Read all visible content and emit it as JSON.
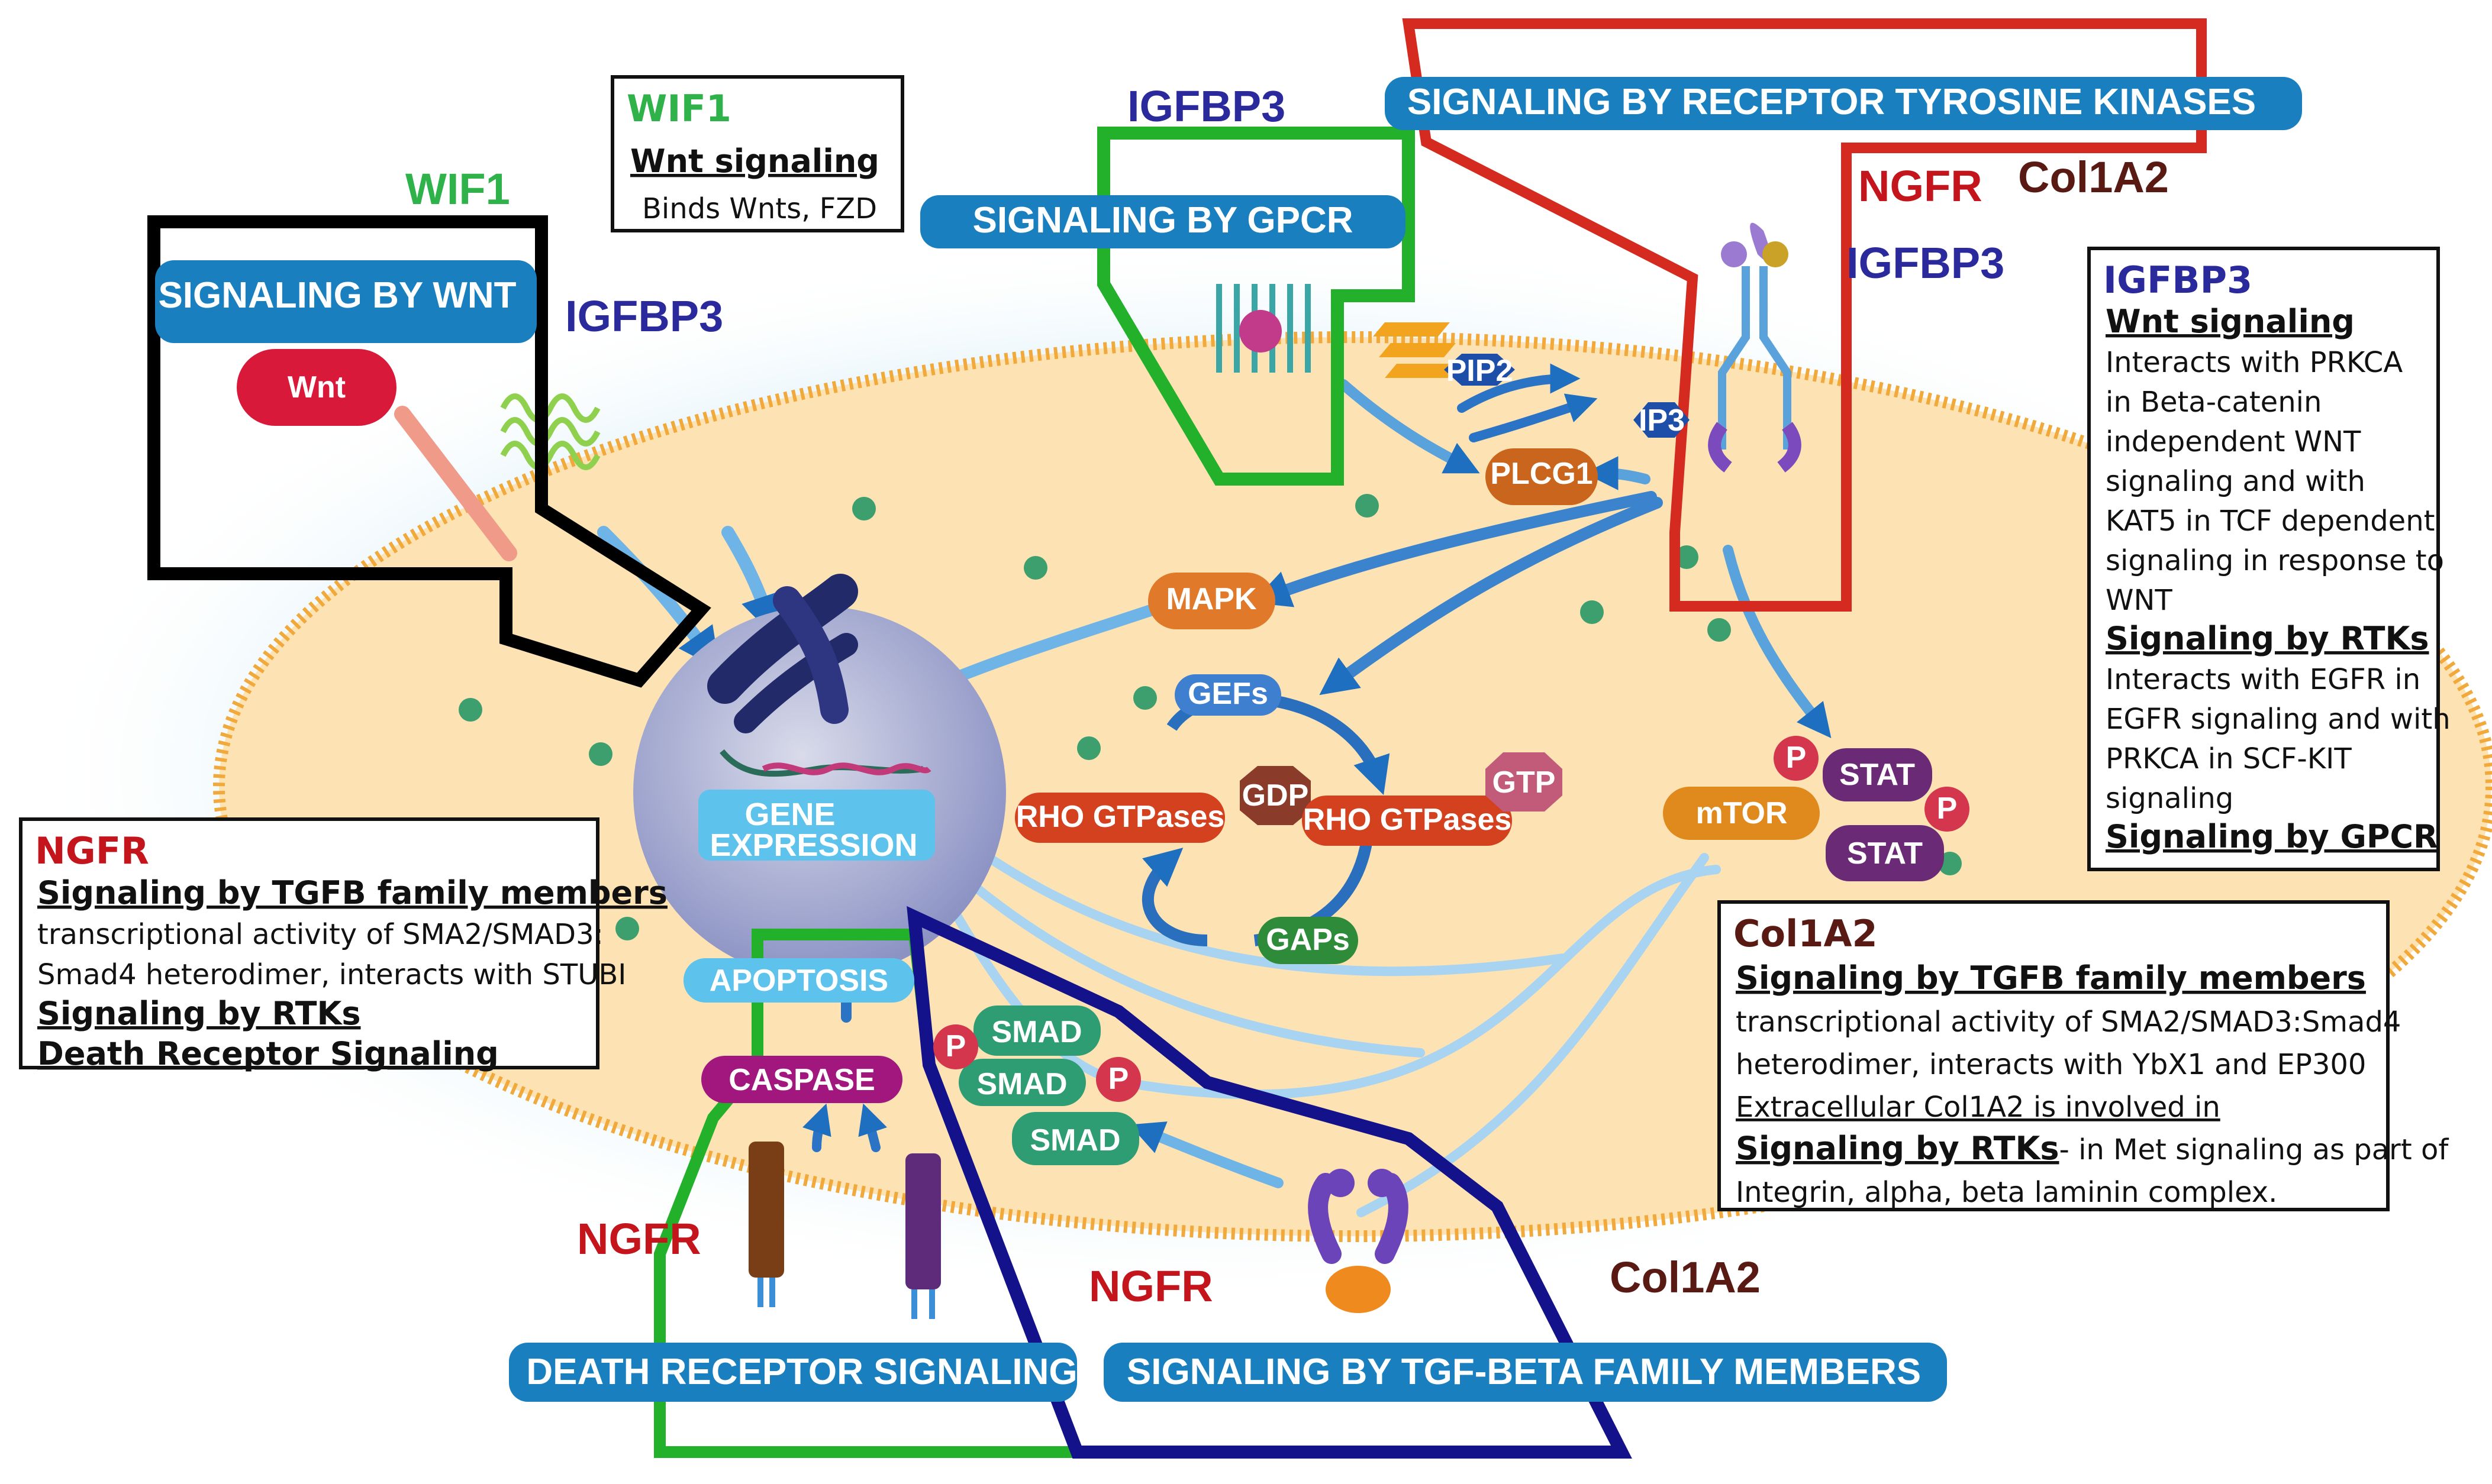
{
  "colors": {
    "wif1": "#2fb24a",
    "igfbp3": "#2b2a9c",
    "ngfr": "#c4141c",
    "col1a2": "#5a1a14",
    "header_bg": "#1a7fbf",
    "cell_fill": "#fde3b4",
    "cell_edge": "#f2a93b"
  },
  "headers": {
    "wnt": "SIGNALING BY WNT",
    "gpcr": "SIGNALING BY GPCR",
    "rtk": "SIGNALING BY RECEPTOR TYROSINE KINASES",
    "death": "DEATH RECEPTOR SIGNALING",
    "tgfb": "SIGNALING BY TGF-BETA FAMILY MEMBERS"
  },
  "gene_labels": {
    "wif1_wnt": "WIF1",
    "igfbp3_wnt": "IGFBP3",
    "igfbp3_gpcr": "IGFBP3",
    "ngfr_rtk": "NGFR",
    "col1a2_rtk": "Col1A2",
    "igfbp3_rtk": "IGFBP3",
    "ngfr_death": "NGFR",
    "ngfr_tgfb": "NGFR",
    "col1a2_tgfb": "Col1A2"
  },
  "nodes": {
    "wnt": "Wnt",
    "pip2": "PIP2",
    "ip3": "IP3",
    "plcg1": "PLCG1",
    "mapk": "MAPK",
    "gefs": "GEFs",
    "gdp": "GDP",
    "gtp": "GTP",
    "rho_left": "RHO GTPases",
    "rho_right": "RHO GTPases",
    "gaps": "GAPs",
    "mtor": "mTOR",
    "stat_top": "STAT",
    "stat_bottom": "STAT",
    "p": "P",
    "gene_expression_1": "GENE",
    "gene_expression_2": "EXPRESSION",
    "apoptosis": "APOPTOSIS",
    "caspase": "CASPASE",
    "smad": "SMAD"
  },
  "notes": {
    "wif1_box": {
      "title": "WIF1",
      "subtitle": "Wnt signaling",
      "text": "Binds Wnts, FZD"
    },
    "ngfr_box": {
      "title": "NGFR",
      "items": [
        {
          "kind": "sub",
          "text": "Signaling by TGFB family members"
        },
        {
          "kind": "text",
          "text": "transcriptional activity of SMA2/SMAD3:"
        },
        {
          "kind": "text",
          "text": "Smad4 heterodimer, interacts with STUBI"
        },
        {
          "kind": "sub",
          "text": "Signaling by RTKs"
        },
        {
          "kind": "sub",
          "text": "Death Receptor Signaling"
        }
      ]
    },
    "igfbp3_box": {
      "title": "IGFBP3",
      "items": [
        {
          "kind": "sub",
          "text": "Wnt signaling"
        },
        {
          "kind": "text",
          "text": "Interacts with PRKCA"
        },
        {
          "kind": "text",
          "text": "in Beta-catenin"
        },
        {
          "kind": "text",
          "text": "independent WNT"
        },
        {
          "kind": "text",
          "text": "signaling and with"
        },
        {
          "kind": "text",
          "text": "KAT5 in TCF dependent"
        },
        {
          "kind": "text",
          "text": "signaling in response to"
        },
        {
          "kind": "text",
          "text": "WNT"
        },
        {
          "kind": "sub",
          "text": "Signaling by RTKs"
        },
        {
          "kind": "text",
          "text": "Interacts with EGFR in"
        },
        {
          "kind": "text",
          "text": "EGFR signaling and with"
        },
        {
          "kind": "text",
          "text": "PRKCA in SCF-KIT"
        },
        {
          "kind": "text",
          "text": "signaling"
        },
        {
          "kind": "sub",
          "text": "Signaling by GPCR"
        }
      ]
    },
    "col1a2_box": {
      "title": "Col1A2",
      "items": [
        {
          "kind": "sub",
          "text": "Signaling by TGFB family members"
        },
        {
          "kind": "text",
          "text": "transcriptional activity of SMA2/SMAD3:Smad4"
        },
        {
          "kind": "text",
          "text": "heterodimer, interacts with YbX1 and EP300"
        },
        {
          "kind": "under",
          "text": "Extracellular Col1A2 is involved in"
        },
        {
          "kind": "mixed",
          "bold": "Signaling by RTKs",
          "text": "- in Met signaling as part of"
        },
        {
          "kind": "text",
          "text": "Integrin, alpha, beta laminin complex."
        }
      ]
    }
  }
}
